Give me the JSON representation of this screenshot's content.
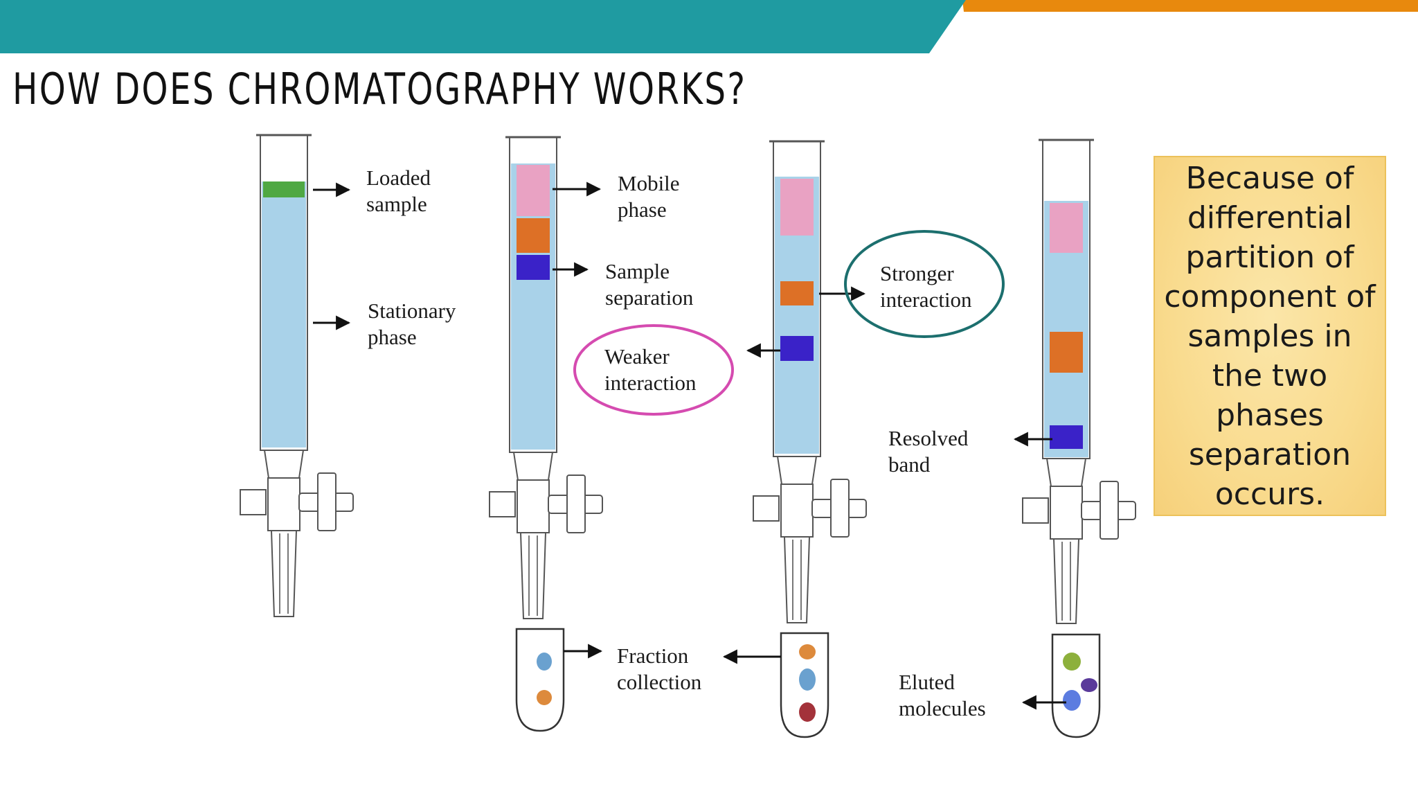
{
  "slide": {
    "title": "HOW DOES CHROMATOGRAPHY WORKS?"
  },
  "colors": {
    "teal_bar": "#1f9ba1",
    "orange_bar": "#e8890d",
    "liquid": "#a9d2e9",
    "sample_green": "#4fa843",
    "band_pink": "#e9a2c3",
    "band_orange": "#dd7026",
    "band_blue": "#3a22c8",
    "circle_magenta": "#d54bb0",
    "circle_teal": "#1c6f6e"
  },
  "labels": {
    "loaded_sample": [
      "Loaded",
      "sample"
    ],
    "stationary_phase": [
      "Stationary",
      "phase"
    ],
    "mobile_phase": [
      "Mobile",
      "phase"
    ],
    "sample_separation": [
      "Sample",
      "separation"
    ],
    "weaker_interaction": [
      "Weaker",
      "interaction"
    ],
    "stronger_interaction": [
      "Stronger",
      "interaction"
    ],
    "resolved_band": [
      "Resolved",
      "band"
    ],
    "fraction_collection": [
      "Fraction",
      "collection"
    ],
    "eluted_molecules": [
      "Eluted",
      "molecules"
    ]
  },
  "note": {
    "text": "Because of differential partition of component of  samples in the two phases separation occurs."
  }
}
